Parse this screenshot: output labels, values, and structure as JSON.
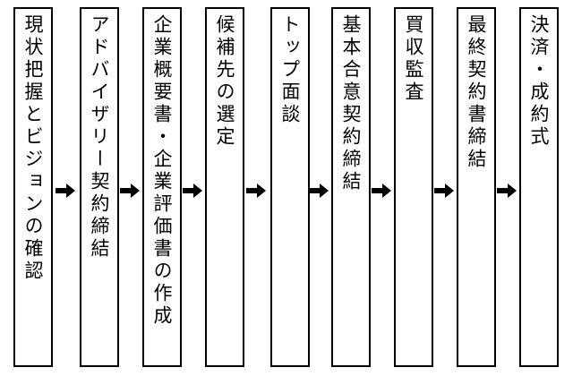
{
  "steps": [
    "現状把握とビジョンの確認",
    "アドバイザリー契約締結",
    "企業概要書・企業評価書の作成",
    "候補先の選定",
    "トップ面談",
    "基本合意契約締結",
    "買収監査",
    "最終契約書締結",
    "決済・成約式"
  ],
  "arrow_icon": "right-arrow-icon"
}
